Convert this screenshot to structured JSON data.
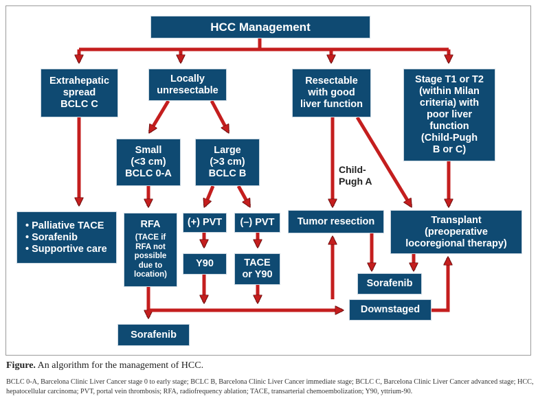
{
  "diagram": {
    "title": "HCC Management",
    "branches": {
      "extrahepatic": [
        "Extrahepatic",
        "spread",
        "BCLC C"
      ],
      "locally_unresectable": [
        "Locally",
        "unresectable"
      ],
      "resectable": [
        "Resectable",
        "with good",
        "liver function"
      ],
      "stage_t1_t2": [
        "Stage T1 or T2",
        "(within Milan",
        "criteria) with",
        "poor liver",
        "function",
        "(Child-Pugh",
        "B or C)"
      ]
    },
    "palliative": [
      "• Palliative TACE",
      "• Sorafenib",
      "• Supportive care"
    ],
    "small": [
      "Small",
      "(<3 cm)",
      "BCLC 0-A"
    ],
    "large": [
      "Large",
      "(>3 cm)",
      "BCLC B"
    ],
    "rfa": {
      "title": "RFA",
      "note": [
        "(TACE if",
        "RFA not",
        "possible",
        "due to",
        "location)"
      ]
    },
    "pvt_pos": "(+) PVT",
    "pvt_neg": "(–) PVT",
    "y90": "Y90",
    "tace_y90": [
      "TACE",
      "or Y90"
    ],
    "child_pugh_label": [
      "Child-",
      "Pugh A"
    ],
    "tumor_resection": "Tumor resection",
    "transplant": [
      "Transplant",
      "(preoperative",
      "locoregional therapy)"
    ],
    "sorafenib_mid": "Sorafenib",
    "downstaged": "Downstaged",
    "sorafenib_bottom": "Sorafenib",
    "colors": {
      "box_fill": "#0f4a72",
      "arrow": "#c41e1e",
      "arrow_stroke": "#6e0f0f"
    }
  },
  "caption": {
    "label": "Figure.",
    "text": " An algorithm for the management of HCC."
  },
  "footnote": "BCLC 0-A, Barcelona Clinic Liver Cancer stage 0 to early stage; BCLC B, Barcelona Clinic Liver Cancer immediate stage; BCLC C, Barcelona Clinic Liver Cancer advanced stage; HCC, hepatocellular carcinoma; PVT, portal vein thrombosis; RFA, radiofrequency ablation; TACE, transarterial chemoembolization; Y90, yttrium-90."
}
